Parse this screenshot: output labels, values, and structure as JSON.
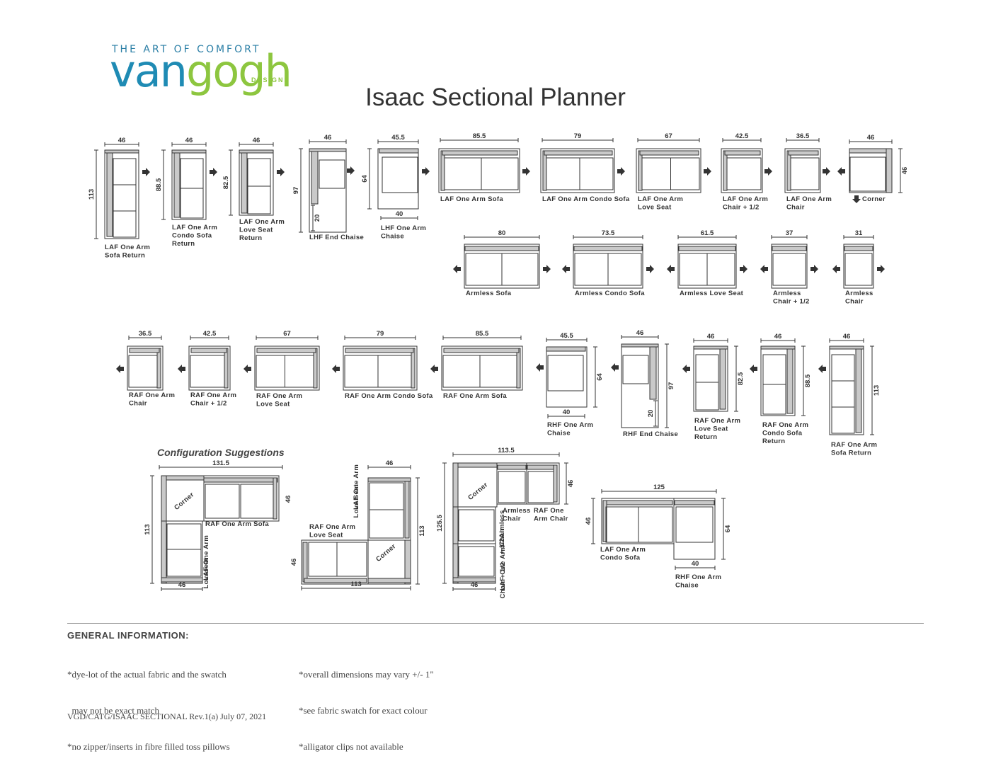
{
  "brand": {
    "tagline": "THE ART OF COMFORT",
    "word_a": "van",
    "word_b": "gogh",
    "sub": "DESIGNS",
    "color_a": "#1f8bb4",
    "color_b": "#8dc63f"
  },
  "title": "Isaac Sectional Planner",
  "config_title": "Configuration Suggestions",
  "general": {
    "heading": "GENERAL INFORMATION:",
    "left": [
      "*dye-lot of the actual fabric and the swatch",
      "  may not be exact match",
      "*no zipper/inserts in fibre filled toss pillows"
    ],
    "right": [
      "*overall dimensions may vary +/- 1\"",
      "*see fabric swatch for exact colour",
      "*alligator clips not available"
    ]
  },
  "footer": "VGD/CATG/ISAAC SECTIONAL Rev.1(a) July 07, 2021",
  "row1": [
    {
      "id": "laf-sofa-return",
      "lines": [
        "LAF One Arm",
        "Sofa Return"
      ],
      "width": "46",
      "depth": "113"
    },
    {
      "id": "laf-condo-return",
      "lines": [
        "LAF One Arm",
        "Condo Sofa",
        "Return"
      ],
      "width": "46",
      "depth": "88.5"
    },
    {
      "id": "laf-loveseat-return",
      "lines": [
        "LAF One Arm",
        "Love Seat",
        "Return"
      ],
      "width": "46",
      "depth": "82.5"
    },
    {
      "id": "lhf-end-chaise",
      "lines": [
        "LHF End Chaise"
      ],
      "width": "46",
      "depth": "97",
      "inner": "20"
    },
    {
      "id": "lhf-chaise",
      "lines": [
        "LHF One Arm",
        "Chaise"
      ],
      "width": "45.5",
      "depth": "64",
      "inner": "40"
    },
    {
      "id": "laf-sofa",
      "lines": [
        "LAF One Arm Sofa"
      ],
      "width": "85.5"
    },
    {
      "id": "laf-condo-sofa",
      "lines": [
        "LAF One Arm Condo Sofa"
      ],
      "width": "79"
    },
    {
      "id": "laf-loveseat",
      "lines": [
        "LAF One Arm",
        "Love Seat"
      ],
      "width": "67"
    },
    {
      "id": "laf-chair-half",
      "lines": [
        "LAF One Arm",
        "Chair + 1/2"
      ],
      "width": "42.5"
    },
    {
      "id": "laf-chair",
      "lines": [
        "LAF One Arm",
        "Chair"
      ],
      "width": "36.5"
    },
    {
      "id": "corner",
      "lines": [
        "Corner"
      ],
      "width": "46",
      "depth": "46"
    }
  ],
  "row2": [
    {
      "id": "armless-sofa",
      "lines": [
        "Armless Sofa"
      ],
      "width": "80"
    },
    {
      "id": "armless-condo",
      "lines": [
        "Armless Condo Sofa"
      ],
      "width": "73.5"
    },
    {
      "id": "armless-loveseat",
      "lines": [
        "Armless Love Seat"
      ],
      "width": "61.5"
    },
    {
      "id": "armless-chair-half",
      "lines": [
        "Armless",
        "Chair + 1/2"
      ],
      "width": "37"
    },
    {
      "id": "armless-chair",
      "lines": [
        "Armless",
        "Chair"
      ],
      "width": "31"
    }
  ],
  "row3": [
    {
      "id": "raf-chair",
      "lines": [
        "RAF One Arm",
        "Chair"
      ],
      "width": "36.5"
    },
    {
      "id": "raf-chair-half",
      "lines": [
        "RAF One Arm",
        "Chair + 1/2"
      ],
      "width": "42.5"
    },
    {
      "id": "raf-loveseat",
      "lines": [
        "RAF One Arm",
        "Love Seat"
      ],
      "width": "67"
    },
    {
      "id": "raf-condo-sofa",
      "lines": [
        "RAF One Arm Condo Sofa"
      ],
      "width": "79"
    },
    {
      "id": "raf-sofa",
      "lines": [
        "RAF One Arm Sofa"
      ],
      "width": "85.5"
    },
    {
      "id": "rhf-chaise",
      "lines": [
        "RHF One Arm",
        "Chaise"
      ],
      "width": "45.5",
      "depth": "64",
      "inner": "40"
    },
    {
      "id": "rhf-end-chaise",
      "lines": [
        "RHF End Chaise"
      ],
      "width": "46",
      "depth": "97",
      "inner": "20"
    },
    {
      "id": "raf-loveseat-return",
      "lines": [
        "RAF One Arm",
        "Love Seat",
        "Return"
      ],
      "width": "46",
      "depth": "82.5"
    },
    {
      "id": "raf-condo-return",
      "lines": [
        "RAF One Arm",
        "Condo Sofa",
        "Return"
      ],
      "width": "46",
      "depth": "88.5"
    },
    {
      "id": "raf-sofa-return",
      "lines": [
        "RAF One Arm",
        "Sofa Return"
      ],
      "width": "46",
      "depth": "113"
    }
  ],
  "configs": {
    "c1": {
      "top": "131.5",
      "left": "113",
      "bottom": "46",
      "side": "46",
      "sofa": "RAF One Arm Sofa",
      "loveseat": [
        "LAF One Arm",
        "Loveseat"
      ],
      "corner": "Corner"
    },
    "c2": {
      "top": "46",
      "right": "113",
      "bottom": "113",
      "side": "46",
      "loveseat_top": [
        "LAF One Arm",
        "Love Seat"
      ],
      "loveseat_left": [
        "RAF One Arm",
        "Love Seat"
      ],
      "corner": "Corner"
    },
    "c3": {
      "top": "113.5",
      "left": "125.5",
      "bottom": "46",
      "side": "46",
      "armless": [
        "Armless",
        "Chair"
      ],
      "raf": [
        "RAF One",
        "Arm Chair"
      ],
      "armless_half": [
        "Armless",
        "Chair",
        "+ 1/2"
      ],
      "laf_half": [
        "LAF One Arm",
        "Chair + 1/2"
      ],
      "corner": "Corner"
    },
    "c4": {
      "top": "125",
      "left": "46",
      "right": "64",
      "bottom": "40",
      "condo": [
        "LAF One Arm",
        "Condo Sofa"
      ],
      "chaise": [
        "RHF One Arm",
        "Chaise"
      ]
    }
  }
}
